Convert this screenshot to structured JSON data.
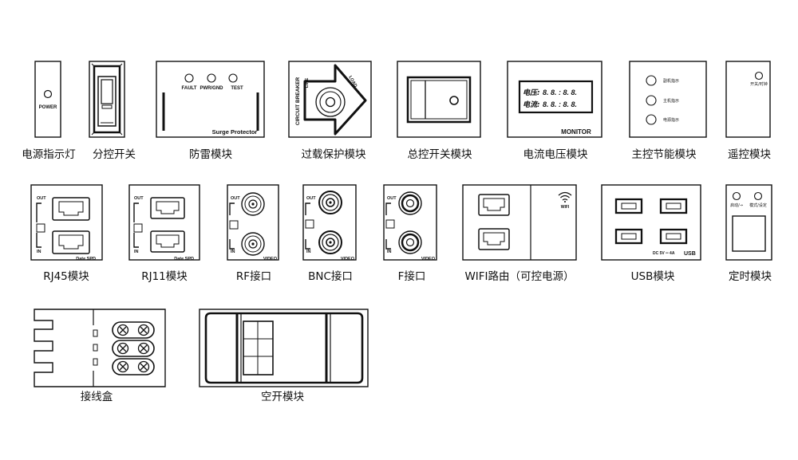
{
  "modules": {
    "power_indicator": {
      "label": "电源指示灯",
      "text": "POWER"
    },
    "switch": {
      "label": "分控开关"
    },
    "surge": {
      "label": "防雷模块",
      "fault": "FAULT",
      "pwr": "PWR/GND",
      "test": "TEST",
      "name": "Surge Protector"
    },
    "breaker": {
      "label": "过载保护模块",
      "title": "CIRCUIT BREAKER",
      "line": "LINE",
      "load": "LOAD"
    },
    "master_switch": {
      "label": "总控开关模块"
    },
    "monitor": {
      "label": "电流电压模块",
      "voltage": "电压:",
      "current": "电流:",
      "digits": "8. 8. : 8. 8.",
      "name": "MONITOR"
    },
    "main_energy": {
      "label": "主控节能模块",
      "ind1": "副机指示",
      "ind2": "主机指示",
      "ind3": "电源指示"
    },
    "remote": {
      "label": "遥控模块",
      "text": "开关/时钟"
    },
    "rj45": {
      "label": "RJ45模块",
      "out": "OUT",
      "in": "IN",
      "tag": "Date SPD"
    },
    "rj11": {
      "label": "RJ11模块",
      "out": "OUT",
      "in": "IN",
      "tag": "Date SPD"
    },
    "rf": {
      "label": "RF接口",
      "out": "OUT",
      "in": "IN",
      "tag": "VIDEO"
    },
    "bnc": {
      "label": "BNC接口",
      "out": "OUT",
      "in": "IN",
      "tag": "VIDEO"
    },
    "f": {
      "label": "F接口",
      "out": "OUT",
      "in": "IN",
      "tag": "VIDEO"
    },
    "wifi": {
      "label": "WIFI路由（可控电源）",
      "tag": "WIFI"
    },
    "usb": {
      "label": "USB模块",
      "spec": "DC 5V ═ 4A",
      "tag": "USB"
    },
    "timer": {
      "label": "定时模块",
      "start": "启动/→",
      "mode": "模式/设定"
    },
    "junction": {
      "label": "接线盒"
    },
    "blank": {
      "label": "空开模块"
    }
  }
}
